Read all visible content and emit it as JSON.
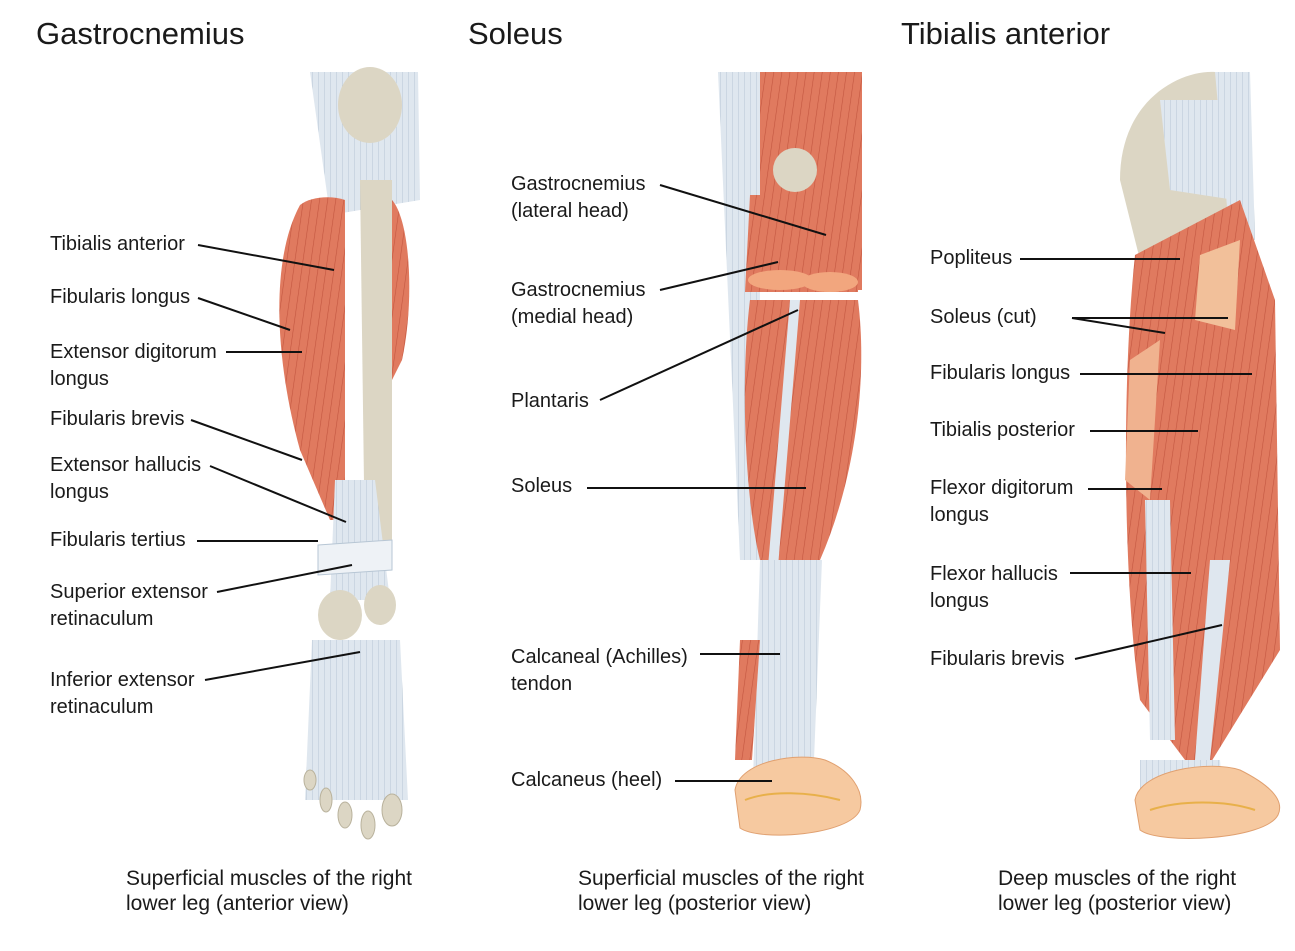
{
  "panels": [
    {
      "title": "Gastrocnemius",
      "caption": "Superficial muscles of the right\nlower leg (anterior view)",
      "labels": [
        "Tibialis anterior",
        "Fibularis longus",
        "Extensor digitorum\nlongus",
        "Fibularis brevis",
        "Extensor hallucis\nlongus",
        "Fibularis tertius",
        "Superior extensor\nretinaculum",
        "Inferior extensor\nretinaculum"
      ]
    },
    {
      "title": "Soleus",
      "caption": "Superficial muscles of the right\nlower leg (posterior view)",
      "labels": [
        "Gastrocnemius\n(lateral head)",
        "Gastrocnemius\n(medial head)",
        "Plantaris",
        "Soleus",
        "Calcaneal (Achilles)\ntendon",
        "Calcaneus (heel)"
      ]
    },
    {
      "title": "Tibialis anterior",
      "caption": "Deep muscles of the right\nlower leg (posterior view)",
      "labels": [
        "Popliteus",
        "Soleus (cut)",
        "Fibularis longus",
        "Tibialis posterior",
        "Flexor digitorum\nlongus",
        "Flexor hallucis\nlongus",
        "Fibularis brevis"
      ]
    }
  ],
  "colors": {
    "muscle": "#e07a5f",
    "muscle_dark": "#c2553f",
    "tendon": "#dfe7ef",
    "bone": "#dcd6c4",
    "heel": "#f6c9a0",
    "leader": "#111111"
  }
}
